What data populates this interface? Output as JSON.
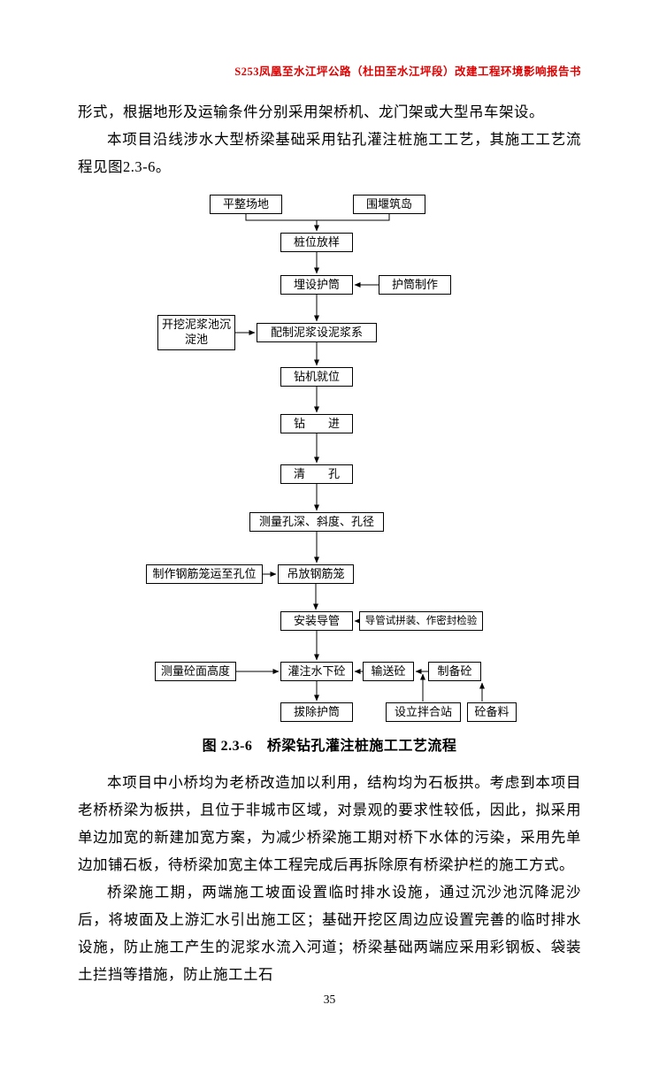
{
  "header": {
    "title": "S253凤凰至水江坪公路（杜田至水江坪段）改建工程环境影响报告书"
  },
  "body": {
    "p1": "形式，根据地形及运输条件分别采用架桥机、龙门架或大型吊车架设。",
    "p2": "本项目沿线涉水大型桥梁基础采用钻孔灌注桩施工工艺，其施工工艺流程见图2.3-6。",
    "p3": "本项目中小桥均为老桥改造加以利用，结构均为石板拱。考虑到本项目老桥桥梁为板拱，且位于非城市区域，对景观的要求性较低，因此，拟采用单边加宽的新建加宽方案，为减少桥梁施工期对桥下水体的污染，采用先单边加铺石板，待桥梁加宽主体工程完成后再拆除原有桥梁护栏的施工方式。",
    "p4": "桥梁施工期，两端施工坡面设置临时排水设施，通过沉沙池沉降泥沙后，将坡面及上游汇水引出施工区；基础开挖区周边应设置完善的临时排水设施，防止施工产生的泥浆水流入河道；桥梁基础两端应采用彩钢板、袋装土拦挡等措施，防止施工土石"
  },
  "figure": {
    "caption": "图 2.3-6　桥梁钻孔灌注桩施工工艺流程",
    "nodes": {
      "level_site": "平整场地",
      "cofferdam_island": "围堰筑岛",
      "pile_layout": "桩位放样",
      "bury_casing": "埋设护筒",
      "casing_fabrication": "护筒制作",
      "mud_pool": "开挖泥浆池沉淀池",
      "mud_preparation": "配制泥浆设泥浆系",
      "rig_in_place": "钻机就位",
      "drilling": "钻　　进",
      "hole_cleaning": "清　　孔",
      "measure_hole": "测量孔深、斜度、孔径",
      "cage_fabrication": "制作钢筋笼运至孔位",
      "cage_placing": "吊放钢筋笼",
      "install_conduit": "安装导管",
      "conduit_test": "导管试拼装、作密封检验",
      "measure_concrete_level": "测量砼面高度",
      "pour_underwater_concrete": "灌注水下砼",
      "convey_concrete": "输送砼",
      "prepare_concrete": "制备砼",
      "remove_casing": "拔除护筒",
      "mixing_station": "设立拌合站",
      "concrete_materials": "砼备料"
    },
    "colors": {
      "header_red": "#e00000",
      "line_black": "#000000"
    }
  },
  "footer": {
    "page_number": "35"
  }
}
